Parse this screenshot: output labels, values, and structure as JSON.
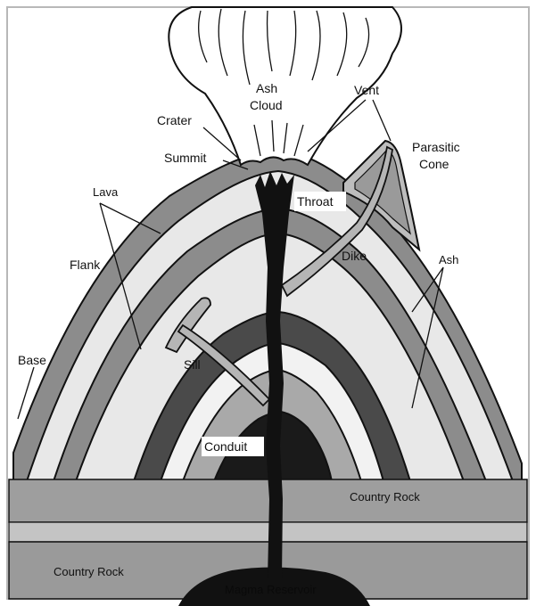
{
  "labels": {
    "ash_cloud_line1": "Ash",
    "ash_cloud_line2": "Cloud",
    "crater": "Crater",
    "summit": "Summit",
    "vent": "Vent",
    "parasitic_line1": "Parasitic",
    "parasitic_line2": "Cone",
    "throat": "Throat",
    "lava": "Lava",
    "flank": "Flank",
    "dike": "Dike",
    "ash": "Ash",
    "base": "Base",
    "sill": "Sill",
    "conduit": "Conduit",
    "country_rock_upper": "Country Rock",
    "country_rock_lower": "Country Rock",
    "magma_reservoir": "Magma Reservoir"
  },
  "colors": {
    "background": "#ffffff",
    "frame": "#b8b8b8",
    "lava_band": "#8c8c8c",
    "ash_band": "#e8e8e8",
    "inner_dark": "#4a4a4a",
    "inner_mid": "#a9a9a9",
    "magma": "#111111",
    "country_rock": "#9e9e9e",
    "country_rock_stripe": "#c4c4c4"
  }
}
